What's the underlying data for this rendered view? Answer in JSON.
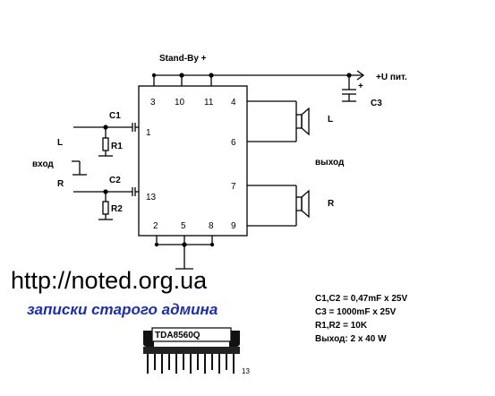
{
  "schematic": {
    "standby_label": "Stand-By +",
    "supply_label": "+U пит.",
    "c3_polarity": "+",
    "c3_label": "C3",
    "speaker_l_label": "L",
    "speaker_r_label": "R",
    "output_label": "выход",
    "input_label": "вход",
    "input_l_label": "L",
    "input_r_label": "R",
    "c1_label": "C1",
    "c2_label": "C2",
    "r1_label": "R1",
    "r2_label": "R2",
    "pins": [
      "3",
      "10",
      "11",
      "4",
      "1",
      "6",
      "7",
      "13",
      "2",
      "5",
      "8",
      "9"
    ]
  },
  "footer": {
    "url": "http://noted.org.ua",
    "subtitle": "записки старого админа",
    "specs": [
      "C1,C2 = 0,47mF x 25V",
      "C3 = 1000mF x 25V",
      "R1,R2 = 10K",
      "Выход: 2 x 40 W"
    ]
  },
  "chip": {
    "marking": "TDA8560Q",
    "pin_label": "13"
  },
  "colors": {
    "subtitle": "#1c2fa8",
    "lines": "#000000"
  }
}
